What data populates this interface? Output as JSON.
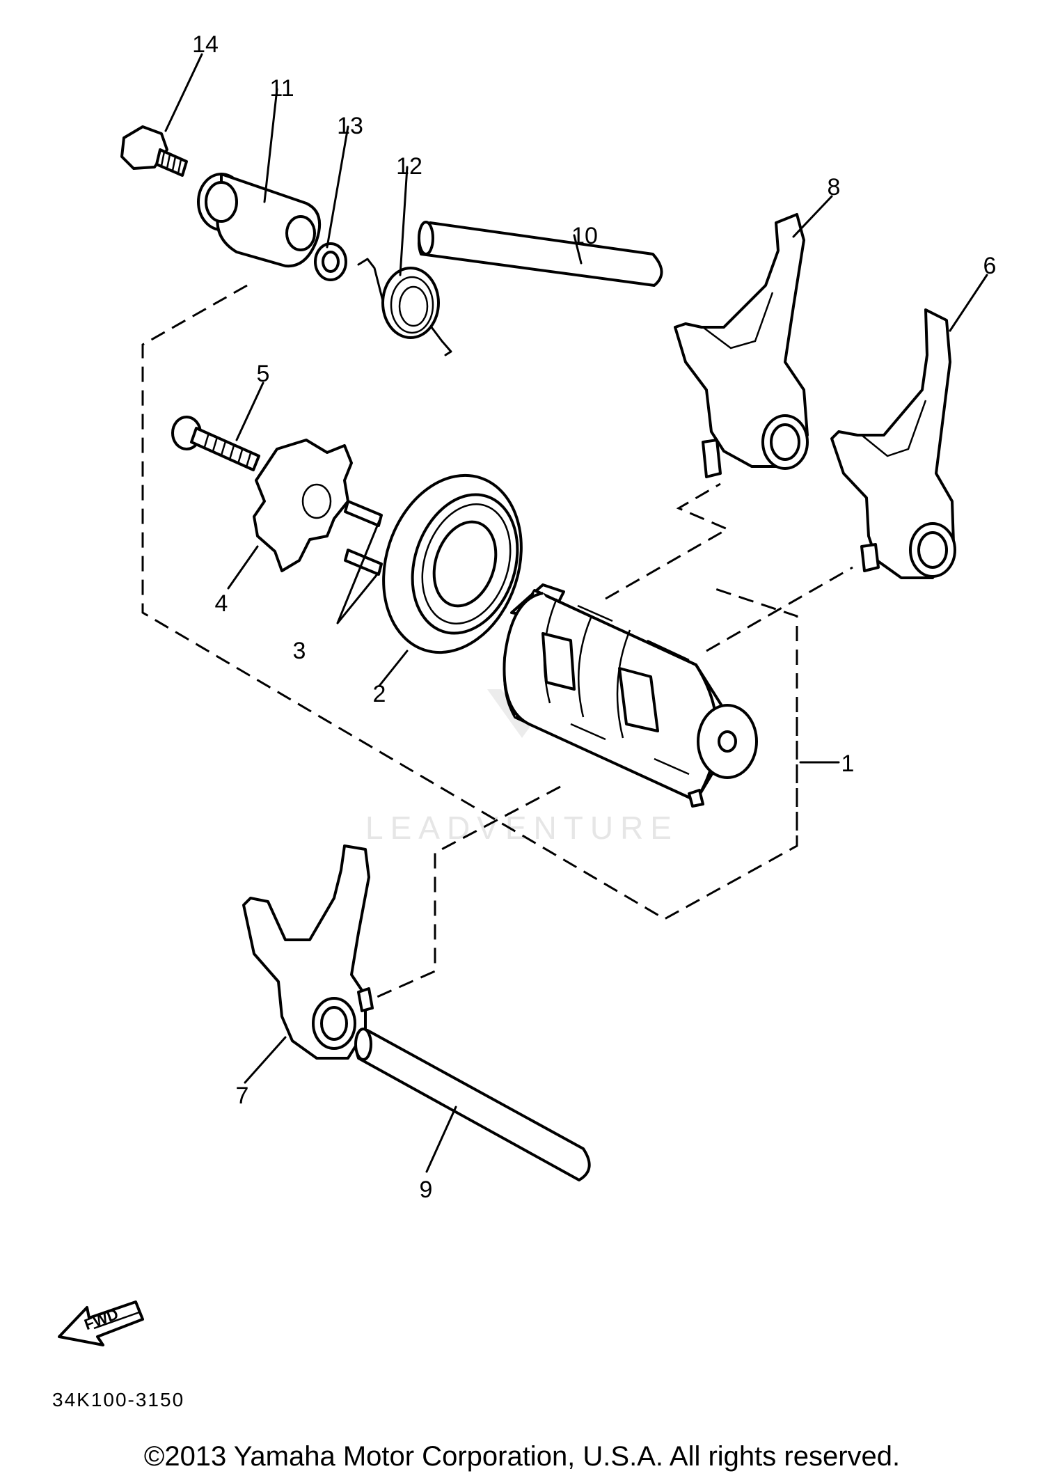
{
  "callouts": {
    "p1": "1",
    "p2": "2",
    "p3": "3",
    "p4": "4",
    "p5": "5",
    "p6": "6",
    "p7": "7",
    "p8": "8",
    "p9": "9",
    "p10": "10",
    "p11": "11",
    "p12": "12",
    "p13": "13",
    "p14": "14"
  },
  "fwd_label": "FWD",
  "diagram_code": "34K100-3150",
  "watermark": "LEADVENTURE",
  "copyright": "©2013 Yamaha Motor Corporation, U.S.A. All rights reserved."
}
